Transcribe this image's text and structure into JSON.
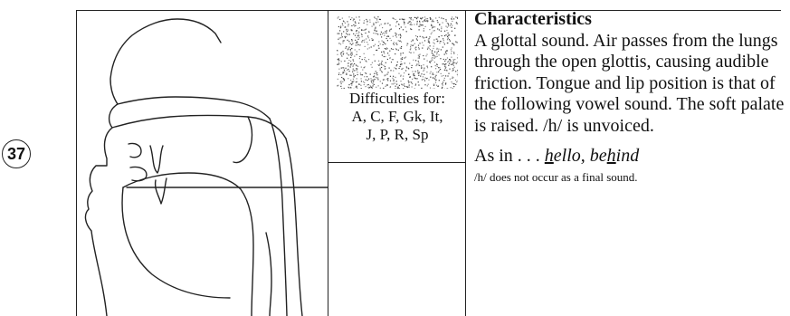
{
  "entry": {
    "number": "37",
    "difficulties": {
      "label": "Difficulties for:",
      "languages_line1": "A, C, F, Gk, It,",
      "languages_line2": "J, P, R, Sp"
    },
    "characteristics": {
      "heading": "Characteristics",
      "description": "A glottal sound. Air passes from the lungs through the open glottis, causing audible friction. Tongue and lip position is that of the following vowel sound. The soft palate is raised. /h/ is unvoiced."
    },
    "example": {
      "prefix": "As in . . .",
      "words_part1": "h",
      "words_part2": "ello, be",
      "words_part3": "h",
      "words_part4": "ind"
    },
    "note": "/h/ does not occur as a final sound."
  },
  "diagram": {
    "name": "vocal tract cross-section"
  }
}
